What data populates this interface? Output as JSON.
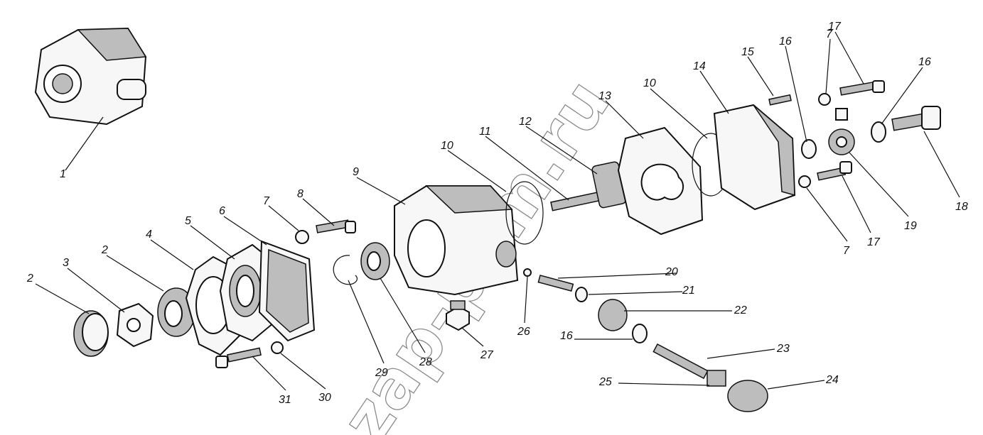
{
  "watermark": "zap-pom.ru",
  "labels": [
    "1",
    "2",
    "3",
    "2",
    "4",
    "5",
    "6",
    "7",
    "8",
    "9",
    "10",
    "11",
    "12",
    "13",
    "10",
    "14",
    "15",
    "16",
    "7",
    "17",
    "16",
    "18",
    "19",
    "17",
    "7",
    "20",
    "21",
    "22",
    "16",
    "23",
    "24",
    "25",
    "26",
    "27",
    "28",
    "29",
    "30",
    "31"
  ],
  "colors": {
    "ink": "#111111",
    "watermark": "#8c8c8c",
    "background": "#ffffff"
  }
}
